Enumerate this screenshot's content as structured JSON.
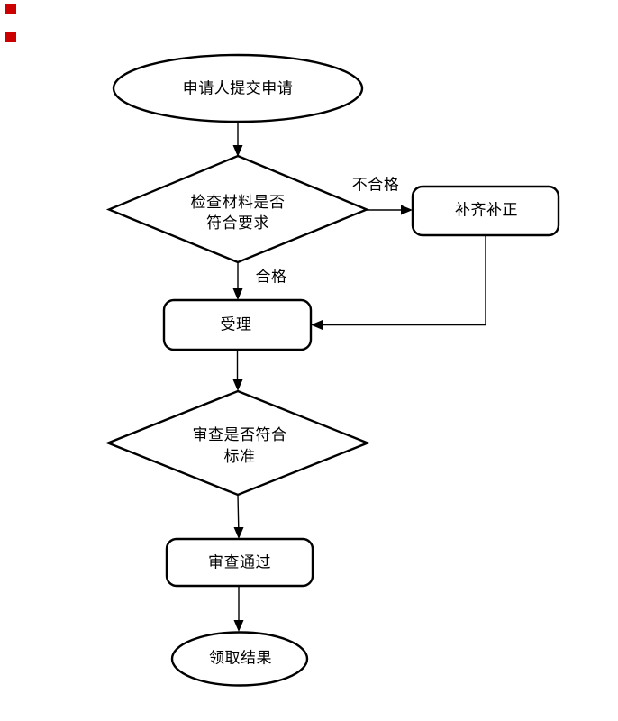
{
  "page": {
    "background_color": "#ffffff",
    "accent_markers": {
      "description": "two small red squares at top-left of page",
      "color": "#cc0000",
      "count": 2
    }
  },
  "flowchart": {
    "stroke_color": "#000000",
    "text_color": "#000000",
    "nodes": {
      "start": {
        "shape": "ellipse",
        "label": "申请人提交申请"
      },
      "check": {
        "shape": "diamond",
        "line1": "检查材料是否",
        "line2": "符合要求"
      },
      "supplement": {
        "shape": "rounded-rectangle",
        "label": "补齐补正"
      },
      "accept": {
        "shape": "rounded-rectangle",
        "label": "受理"
      },
      "review": {
        "shape": "diamond",
        "line1": "审查是否符合",
        "line2": "标准"
      },
      "approved": {
        "shape": "rounded-rectangle",
        "label": "审查通过"
      },
      "end": {
        "shape": "ellipse",
        "label": "领取结果"
      }
    },
    "edge_labels": {
      "fail": "不合格",
      "pass": "合格"
    }
  }
}
